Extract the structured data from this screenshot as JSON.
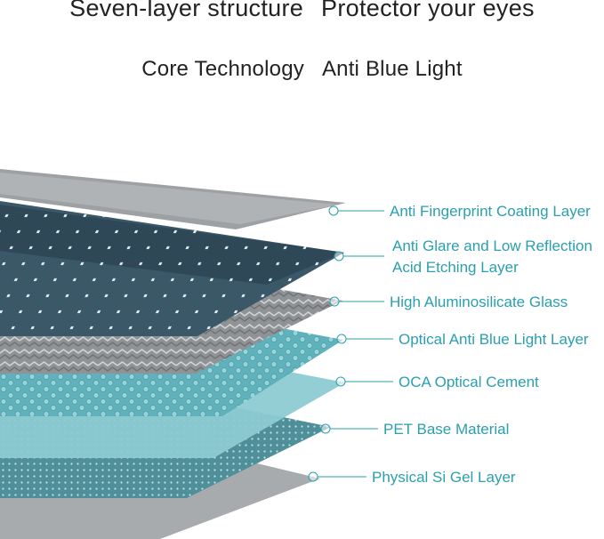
{
  "header": {
    "title_left": "Seven-layer structure",
    "title_right": "Protector your eyes",
    "subtitle_left": "Core Technology",
    "subtitle_right": "Anti Blue Light"
  },
  "colors": {
    "label_text": "#2a9fb0",
    "leader_line": "#2a9fb0",
    "title_text": "#222222"
  },
  "layers": [
    {
      "name": "anti-fingerprint-coating-layer",
      "lines": [
        "Anti Fingerprint Coating Layer"
      ]
    },
    {
      "name": "anti-glare-acid-etching-layer",
      "lines": [
        "Anti Glare and Low Reflection",
        "Acid Etching Layer"
      ]
    },
    {
      "name": "high-aluminosilicate-glass",
      "lines": [
        "High Aluminosilicate Glass"
      ]
    },
    {
      "name": "optical-anti-blue-light-layer",
      "lines": [
        "Optical Anti Blue Light Layer"
      ]
    },
    {
      "name": "oca-optical-cement",
      "lines": [
        "OCA Optical Cement"
      ]
    },
    {
      "name": "pet-base-material",
      "lines": [
        "PET Base Material"
      ]
    },
    {
      "name": "physical-si-gel-layer",
      "lines": [
        "Physical Si Gel Layer"
      ]
    }
  ]
}
